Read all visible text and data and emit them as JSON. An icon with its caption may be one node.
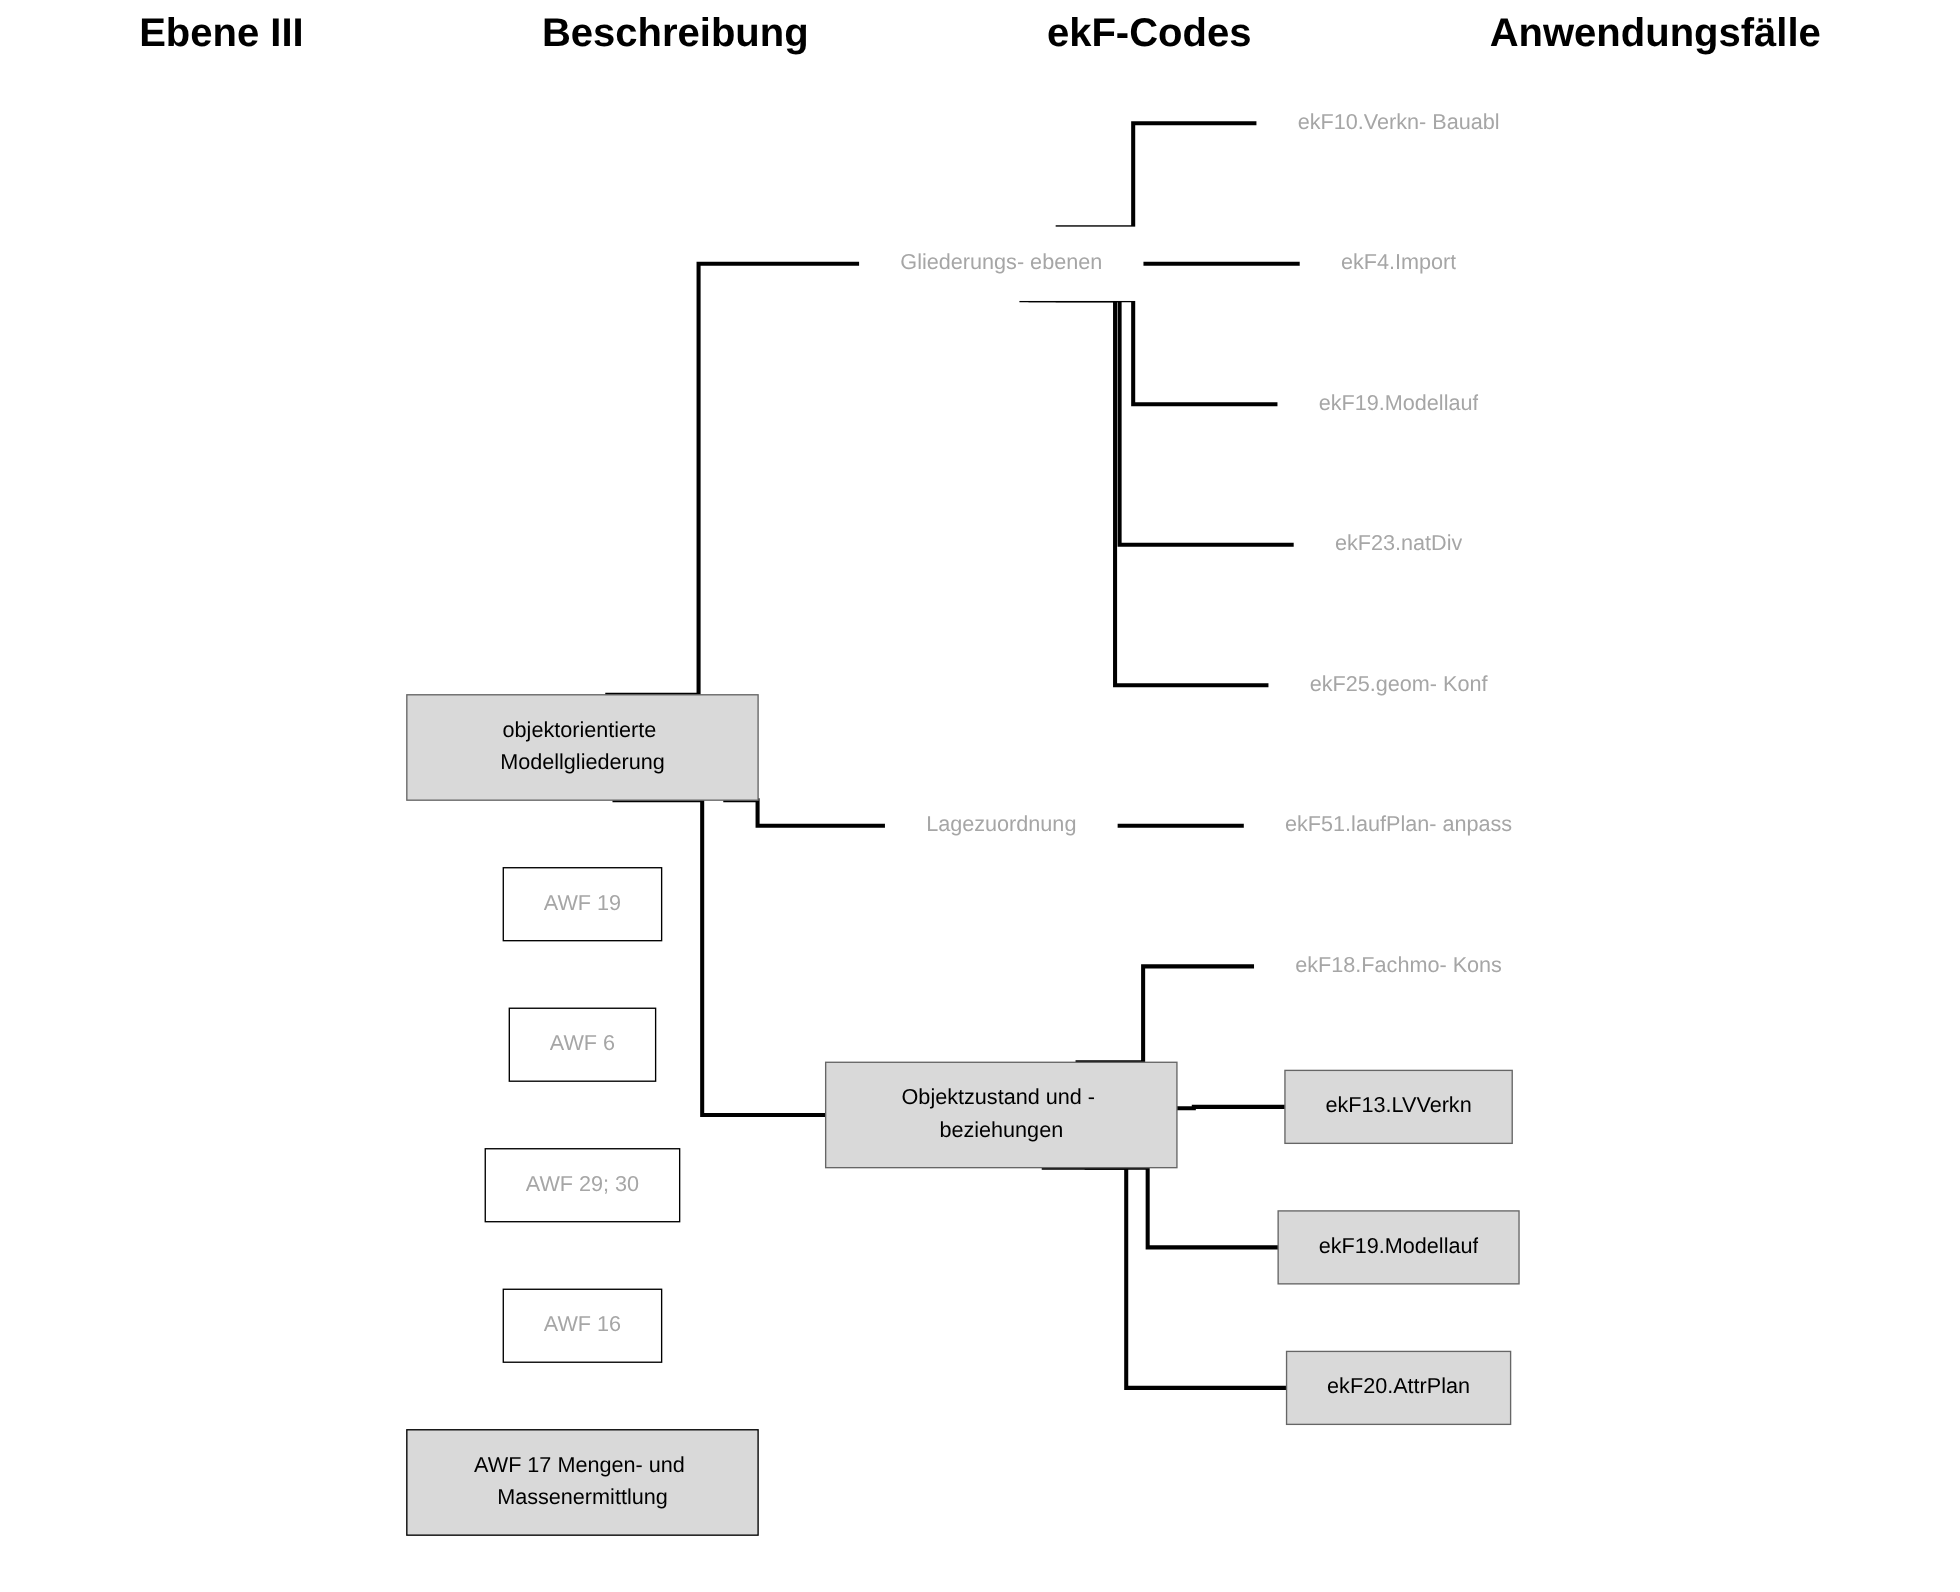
{
  "diagram": {
    "nodes": [
      {
        "text": [
          "objektorientierte Modellgliederung"
        ]
      },
      {
        "text": [
          "Gliederungs- ebenen"
        ]
      },
      {
        "text": [
          "Lagezuordnung"
        ]
      },
      {
        "text": [
          "Objektzustand und - beziehungen"
        ]
      },
      {
        "text": [
          "ekF10.Verkn- Bauabl"
        ]
      },
      {
        "text": [
          "ekF4.Import"
        ]
      },
      {
        "text": [
          "ekF19.Modellauf"
        ]
      },
      {
        "text": [
          "ekF23.natDiv"
        ]
      },
      {
        "text": [
          "ekF25.geom- Konf"
        ]
      },
      {
        "text": [
          "ekF51.laufPlan- anpass"
        ]
      },
      {
        "text": [
          "ekF18.Fachmo- Kons"
        ]
      },
      {
        "text": [
          "ekF13.LVVerkn"
        ]
      },
      {
        "text": [
          "ekF19.Modellauf"
        ]
      },
      {
        "text": [
          "ekF20.AttrPlan"
        ]
      },
      {
        "text": [
          "AWF 19"
        ]
      },
      {
        "text": [
          "AWF 6"
        ]
      },
      {
        "text": [
          "AWF 29; 30"
        ]
      },
      {
        "text": [
          "AWF 16"
        ]
      },
      {
        "text": [
          "AWF 17 Mengen- und Massenermittlung"
        ]
      }
    ],
    "edges": [
      {
        "from": 0,
        "to": 1,
        "arrow": "none"
      },
      {
        "from": 0,
        "to": 2,
        "arrow": "none"
      },
      {
        "from": 0,
        "to": 3,
        "arrow": "none"
      },
      {
        "from": 1,
        "to": 4,
        "arrow": "none"
      },
      {
        "from": 1,
        "to": 5,
        "arrow": "none"
      },
      {
        "from": 1,
        "to": 6,
        "arrow": "none"
      },
      {
        "from": 1,
        "to": 7,
        "arrow": "none"
      },
      {
        "from": 1,
        "to": 8,
        "arrow": "none"
      },
      {
        "from": 2,
        "to": 9,
        "arrow": "none"
      },
      {
        "from": 3,
        "to": 10,
        "arrow": "none"
      },
      {
        "from": 3,
        "to": 11,
        "arrow": "none"
      },
      {
        "from": 3,
        "to": 12,
        "arrow": "none"
      },
      {
        "from": 3,
        "to": 13,
        "arrow": "none"
      }
    ],
    "labels": [
      "Ebene III",
      "Beschreibung",
      "ekF-Codes",
      "Anwendungsfälle"
    ]
  }
}
